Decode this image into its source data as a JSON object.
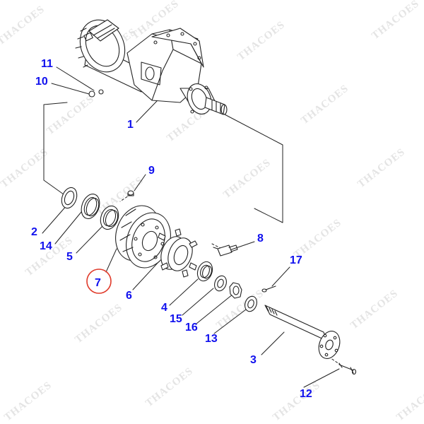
{
  "watermark": "THACOES",
  "highlight_color": "#e03a2a",
  "label_color": "#1010ee",
  "highlighted_part": "7",
  "callouts": {
    "p1": "1",
    "p2": "2",
    "p3": "3",
    "p4": "4",
    "p5": "5",
    "p6": "6",
    "p7": "7",
    "p8": "8",
    "p9": "9",
    "p10": "10",
    "p11": "11",
    "p12": "12",
    "p13": "13",
    "p14": "14",
    "p15": "15",
    "p16": "16",
    "p17": "17"
  }
}
